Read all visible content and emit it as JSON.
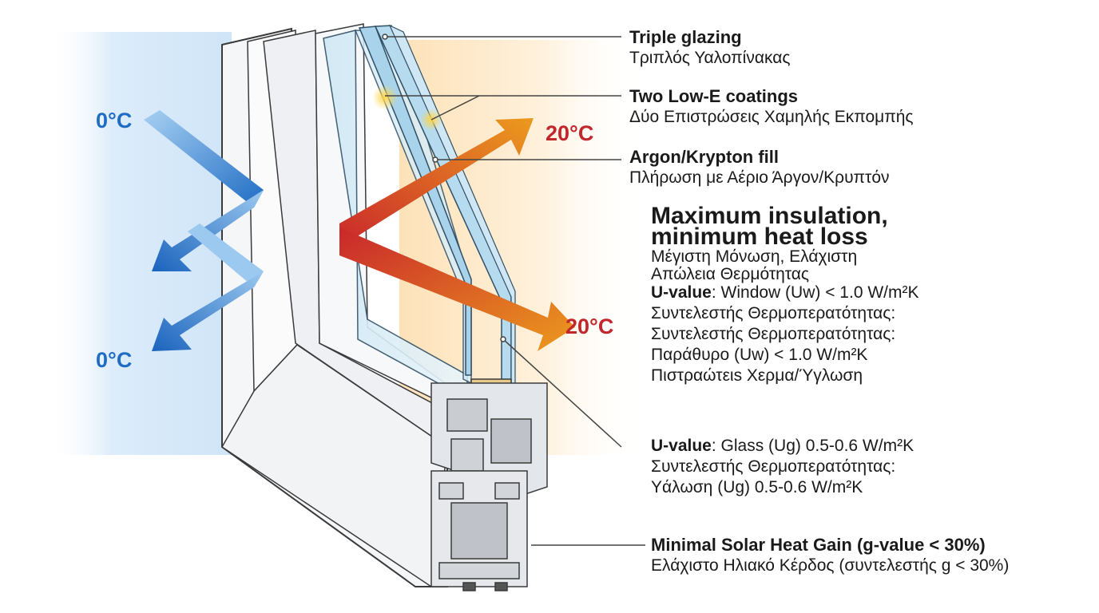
{
  "temperatures": {
    "outside_top": "0°C",
    "outside_bottom": "0°C",
    "inside_top": "20°C",
    "inside_bottom": "20°C"
  },
  "callouts": {
    "triple_glazing": {
      "en": "Triple glazing",
      "el": "Τριπλός Υαλοπίνακας"
    },
    "low_e": {
      "en": "Two Low-E coatings",
      "el": "Δύο Επιστρώσεις Χαμηλής Εκπομπής"
    },
    "gas_fill": {
      "en": "Argon/Krypton fill",
      "el": "Πλήρωση με Αέριο Άργον/Κρυπτόν"
    },
    "insulation": {
      "title_line1": "Maximum insulation,",
      "title_line2": "minimum heat loss",
      "el_line1": "Μέγιστη Μόνωση, Ελάχιστη",
      "el_line2": "Απώλεια Θερμότητας",
      "uw_label": "U-value",
      "uw_text": ": Window (Uw) < 1.0 W/m²K",
      "uw_el1": "Συντελεστής Θερμοπερατότητας:",
      "uw_el2": "Συντελεστής Θερμοπερατότητας:",
      "uw_el3": "Παράθυρο (Uw) < 1.0 W/m²K",
      "uw_el4": "Πιστραώτειs Χερμα/Ύγλωση"
    },
    "ug": {
      "label": "U-value",
      "text": ": Glass (Ug) 0.5-0.6 W/m²K",
      "el1": "Συντελεστής Θερμοπερατότητας:",
      "el2": "Υάλωση (Ug) 0.5-0.6 W/m²K"
    },
    "solar": {
      "en": "Minimal Solar Heat Gain (g-value < 30%)",
      "el": "Ελάχιστο Ηλιακό Κέρδος (συντελεστής g < 30%)"
    }
  },
  "colors": {
    "cold": "#1f6cc4",
    "warm": "#c0262c",
    "warm_arrow": "#e8901c",
    "frame": "#f2f4f6"
  }
}
